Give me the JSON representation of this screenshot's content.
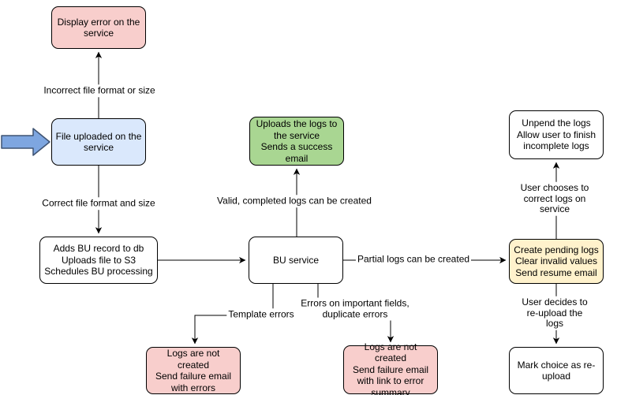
{
  "diagram": {
    "type": "flowchart",
    "nodes": [
      {
        "id": "display-error",
        "role": "error-state",
        "fill": "#F8CECC",
        "text": "Display error on the\nservice"
      },
      {
        "id": "file-uploaded",
        "role": "start-state",
        "fill": "#DAE8FC",
        "text": "File uploaded on the\nservice"
      },
      {
        "id": "uploads-logs-success",
        "role": "success-state",
        "fill": "#A9D692",
        "text": "Uploads the logs to\nthe service\nSends a success\nemail"
      },
      {
        "id": "adds-bu-record",
        "role": "process",
        "fill": "#FFFFFF",
        "text": "Adds BU record to db\nUploads file to S3\nSchedules BU processing"
      },
      {
        "id": "bu-service",
        "role": "process",
        "fill": "#FFFFFF",
        "text": "BU service"
      },
      {
        "id": "create-pending-logs",
        "role": "warning-state",
        "fill": "#FFF2CC",
        "text": "Create pending logs\nClear invalid values\nSend resume email"
      },
      {
        "id": "unpend-logs",
        "role": "process",
        "fill": "#FFFFFF",
        "text": "Unpend the logs\nAllow user to finish\nincomplete logs"
      },
      {
        "id": "mark-reupload",
        "role": "process",
        "fill": "#FFFFFF",
        "text": "Mark choice as re-\nupload"
      },
      {
        "id": "logs-not-created-errors",
        "role": "error-state",
        "fill": "#F8CECC",
        "text": "Logs are not created\nSend failure email\nwith errors"
      },
      {
        "id": "logs-not-created-summary",
        "role": "error-state",
        "fill": "#F8CECC",
        "text": "Logs are not created\nSend failure email\nwith link to error\nsummary"
      }
    ],
    "edge_labels": [
      {
        "id": "incorrect-format",
        "text": "Incorrect file format or size"
      },
      {
        "id": "correct-format",
        "text": "Correct file format and size"
      },
      {
        "id": "valid-logs",
        "text": "Valid, completed logs can be created"
      },
      {
        "id": "partial-logs",
        "text": "Partial logs can be created"
      },
      {
        "id": "template-errors",
        "text": "Template errors"
      },
      {
        "id": "important-errors",
        "text": "Errors on important fields,\nduplicate errors"
      },
      {
        "id": "user-corrects",
        "text": "User chooses to correct logs on service"
      },
      {
        "id": "user-reuploads",
        "text": "User decides to re-upload the logs"
      }
    ],
    "colors": {
      "error_fill": "#F8CECC",
      "start_fill": "#DAE8FC",
      "success_fill": "#A9D692",
      "warning_fill": "#FFF2CC",
      "process_fill": "#FFFFFF",
      "node_stroke": "#000000",
      "edge_stroke": "#000000",
      "entry_arrow_fill": "#7EA6E0",
      "entry_arrow_stroke": "#3F5372"
    }
  }
}
